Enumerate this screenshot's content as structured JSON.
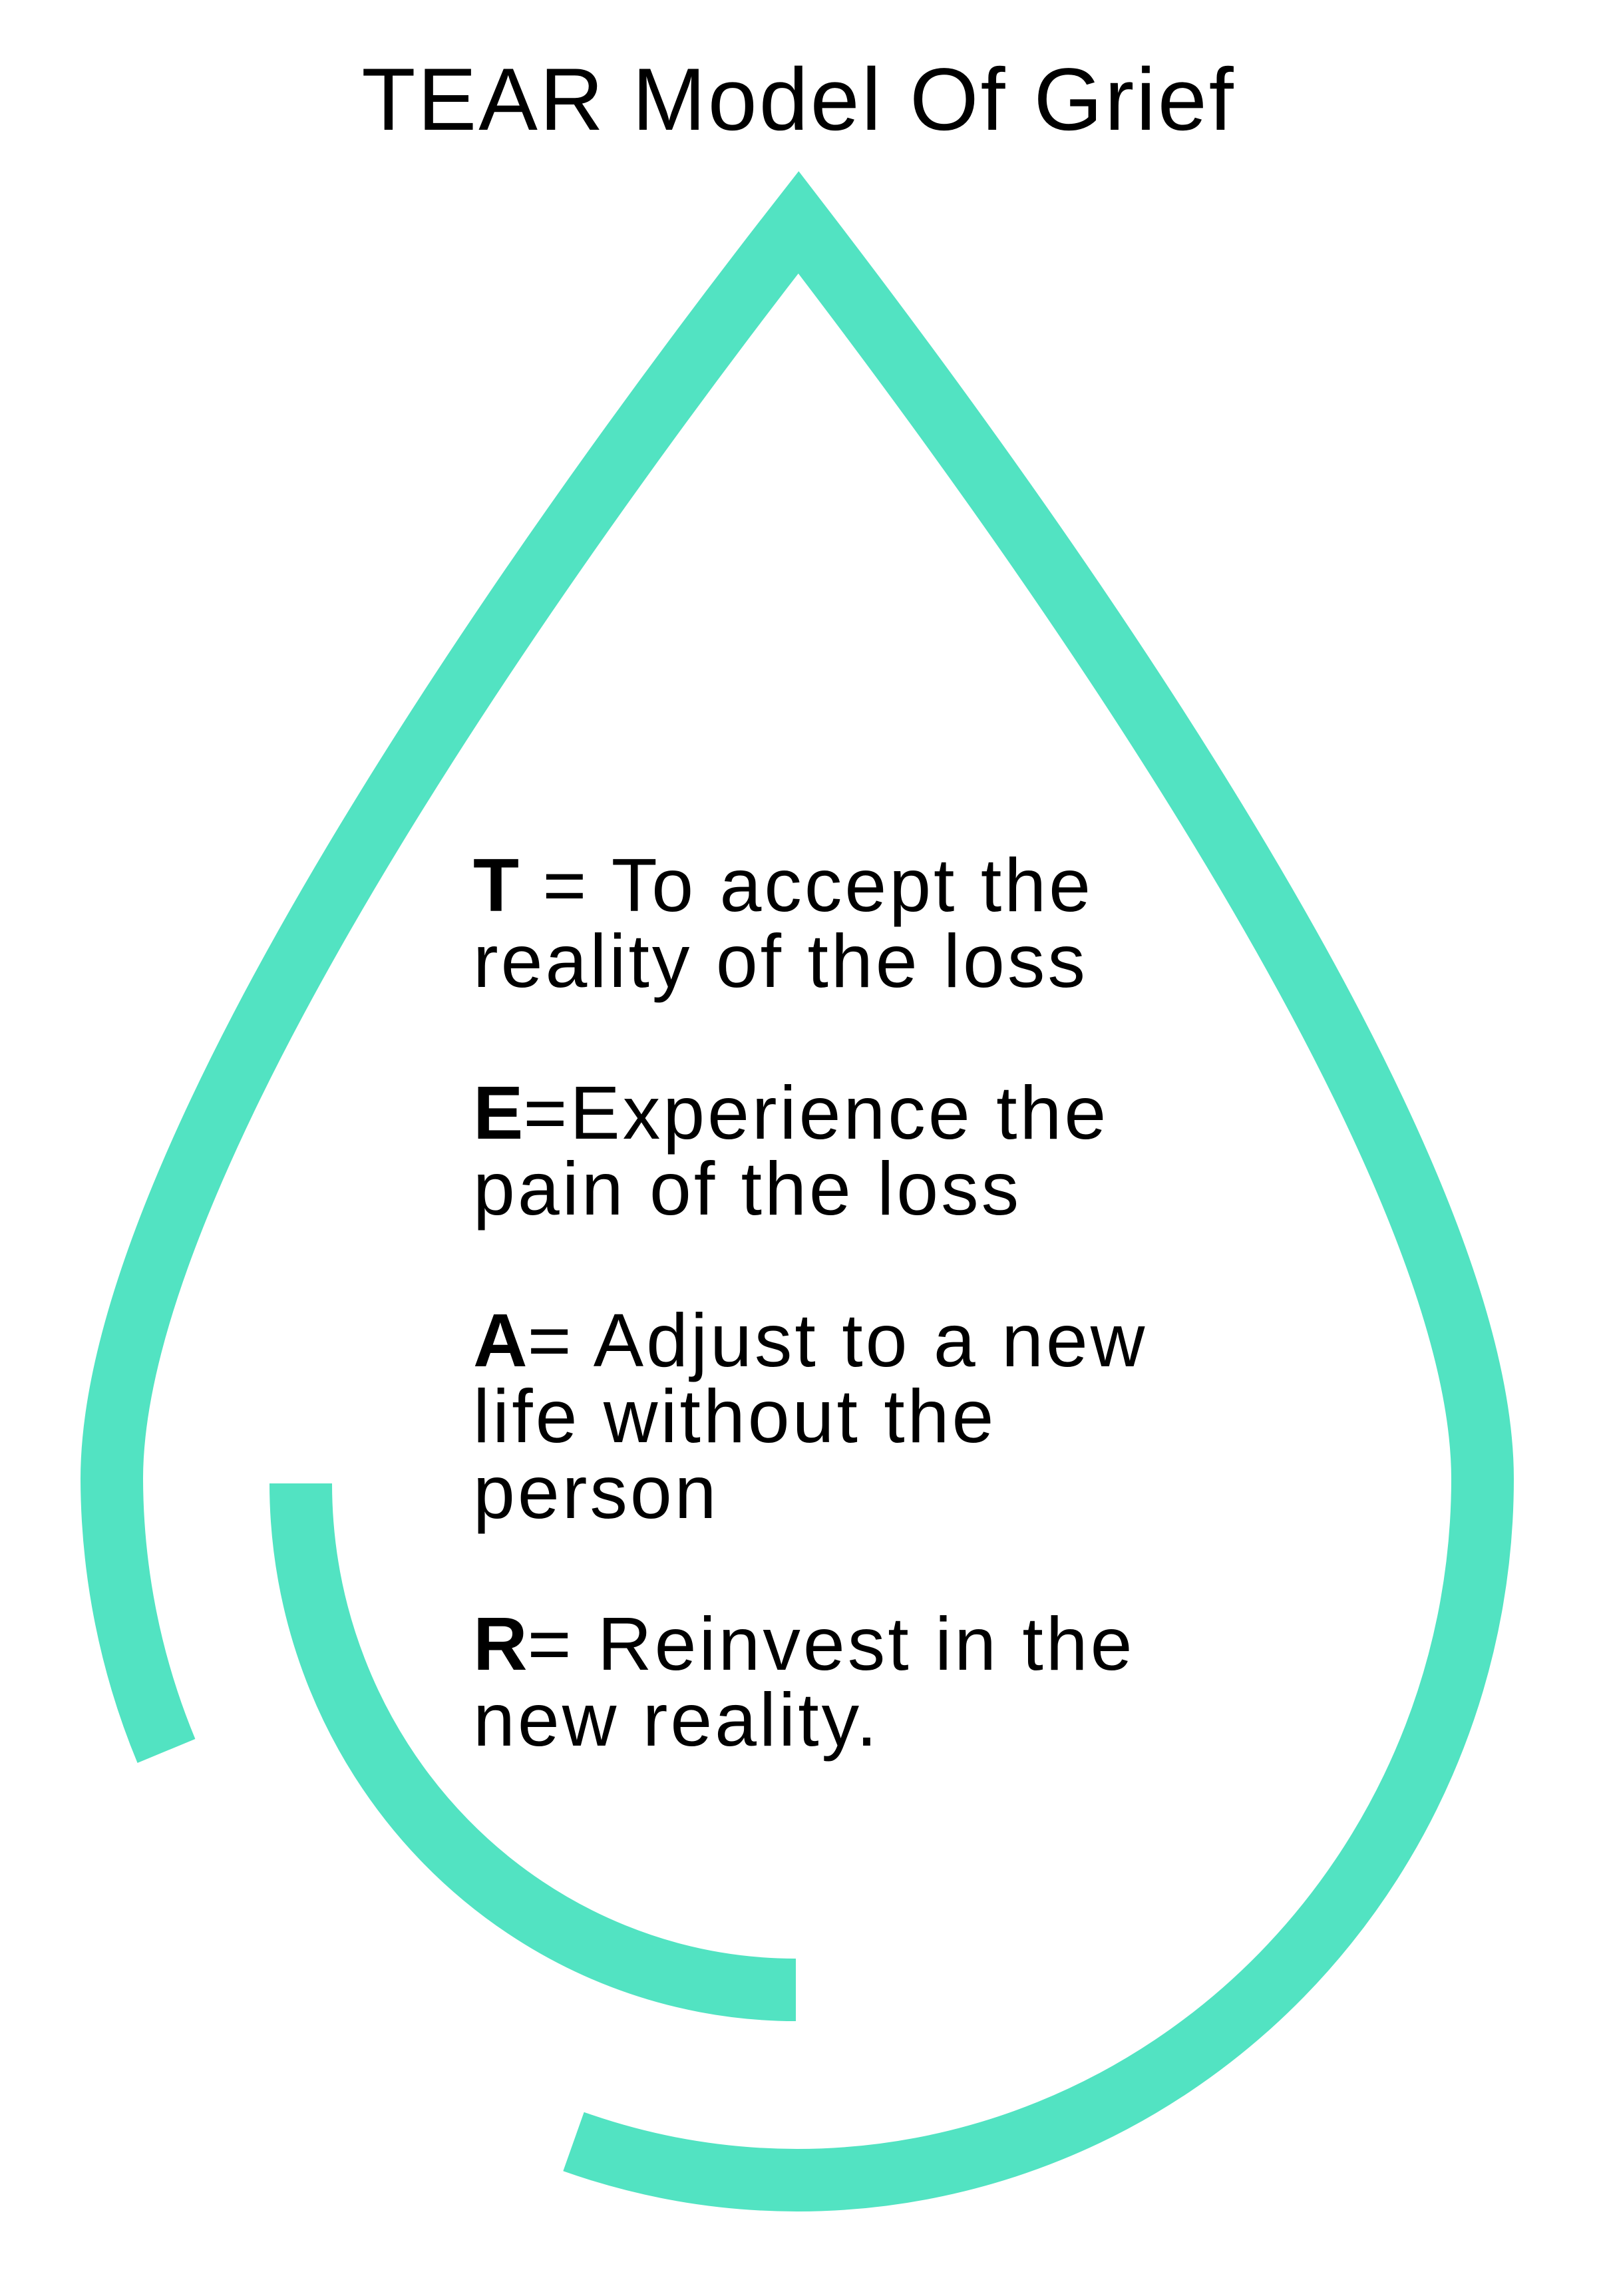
{
  "title": "TEAR Model Of Grief",
  "colors": {
    "accent": "#52E3C2",
    "text": "#000000",
    "background": "#FFFFFF"
  },
  "steps": [
    {
      "letter": "T",
      "first_line_rest": " = To accept the",
      "lines": [
        "reality of the loss"
      ],
      "full_text": "T = To accept the reality of the loss"
    },
    {
      "letter": "E",
      "first_line_rest": "=Experience the",
      "lines": [
        "pain of the loss"
      ],
      "full_text": "E=Experience the pain of the loss"
    },
    {
      "letter": "A",
      "first_line_rest": "= Adjust to a new",
      "lines": [
        "life without the",
        "person"
      ],
      "full_text": "A= Adjust to a new life without the person"
    },
    {
      "letter": "R",
      "first_line_rest": "= Reinvest in the",
      "lines": [
        "new reality."
      ],
      "full_text": "R= Reinvest in the new reality."
    }
  ],
  "graphic": {
    "shape": "teardrop-outline",
    "inner_arc": "quarter-arc"
  }
}
